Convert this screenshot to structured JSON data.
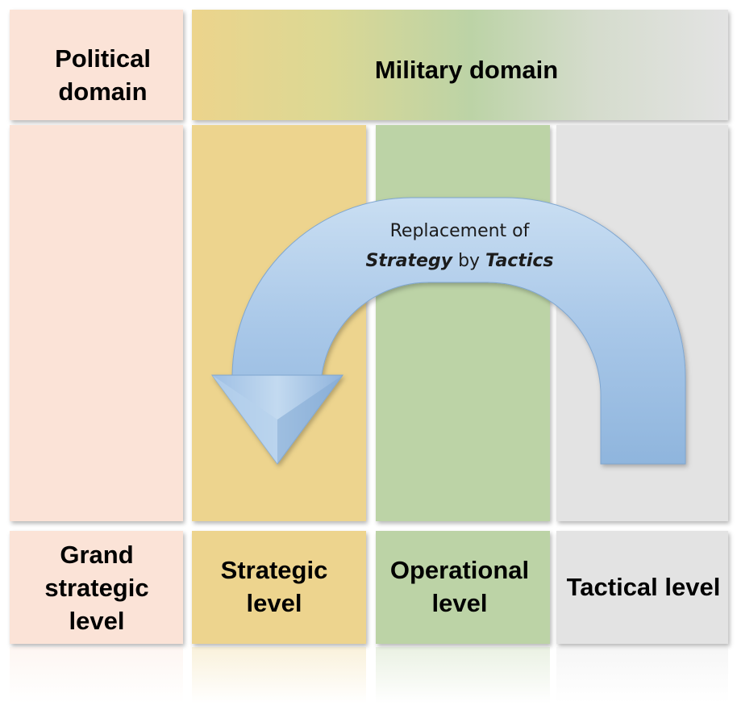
{
  "header": {
    "political": "Political domain",
    "military": "Military domain"
  },
  "levels": {
    "grand_strategic": "Grand strategic level",
    "strategic": "Strategic level",
    "operational": "Operational level",
    "tactical": "Tactical level"
  },
  "arrow": {
    "line1": "Replacement of",
    "word_strategy": "Strategy",
    "word_by": "by",
    "word_tactics": "Tactics"
  },
  "colors": {
    "political": "#fbe3d7",
    "strategic": "#edd48e",
    "operational": "#bcd3a6",
    "tactical": "#e3e3e3",
    "arrow": "#a9c8e8"
  }
}
